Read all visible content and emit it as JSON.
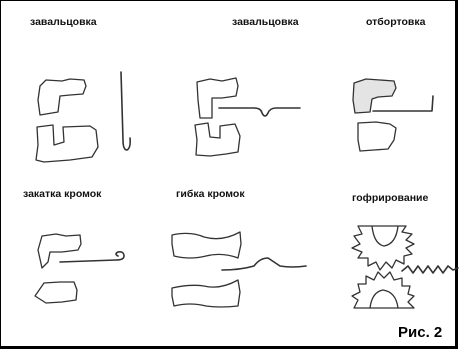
{
  "labels": [
    "завальцовка",
    "завальцовка",
    "отбортовка",
    "закатка кромок",
    "гибка кромок",
    "гофрирование"
  ],
  "caption": "Рис. 2"
}
